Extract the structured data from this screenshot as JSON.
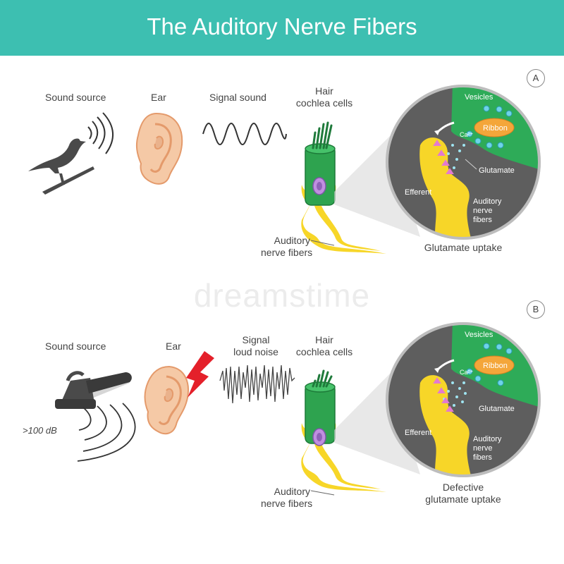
{
  "header": {
    "title": "The Auditory Nerve Fibers"
  },
  "watermark": "dreamstime",
  "panel_a": {
    "badge": "A",
    "sound_source": "Sound source",
    "ear": "Ear",
    "signal": "Signal sound",
    "hair_cells": [
      "Hair",
      "cochlea cells"
    ],
    "nerve_fibers": [
      "Auditory",
      "nerve fibers"
    ],
    "inset": {
      "vesicles": "Vesicles",
      "ribbon": "Ribbon",
      "calcium": "Ca²⁺",
      "glutamate": "Glutamate",
      "efferent": "Efferent",
      "nerve_fibers": [
        "Auditory",
        "nerve",
        "fibers"
      ]
    },
    "caption": "Glutamate uptake"
  },
  "panel_b": {
    "badge": "B",
    "sound_source": "Sound source",
    "decibels": ">100 dB",
    "ear": "Ear",
    "signal": [
      "Signal",
      "loud noise"
    ],
    "hair_cells": [
      "Hair",
      "cochlea cells"
    ],
    "nerve_fibers": [
      "Auditory",
      "nerve fibers"
    ],
    "inset": {
      "vesicles": "Vesicles",
      "ribbon": "Ribbon",
      "calcium": "Ca²⁺",
      "glutamate": "Glutamate",
      "efferent": "Efferent",
      "nerve_fibers": [
        "Auditory",
        "nerve",
        "fibers"
      ]
    },
    "caption": [
      "Defective",
      "glutamate uptake"
    ]
  },
  "colors": {
    "header": "#3dbfb1",
    "inset_gray": "#5e5e5e",
    "inset_green": "#2eab58",
    "ribbon": "#f4a63a",
    "nerve_yellow": "#f7d628",
    "ear_skin": "#f5c9a6",
    "ear_outline": "#e49a6b",
    "hair_cell_green": "#2ea34f",
    "lightning": "#e4202a",
    "vesicle": "#6fd3e8",
    "receptor": "#e37ad0"
  }
}
